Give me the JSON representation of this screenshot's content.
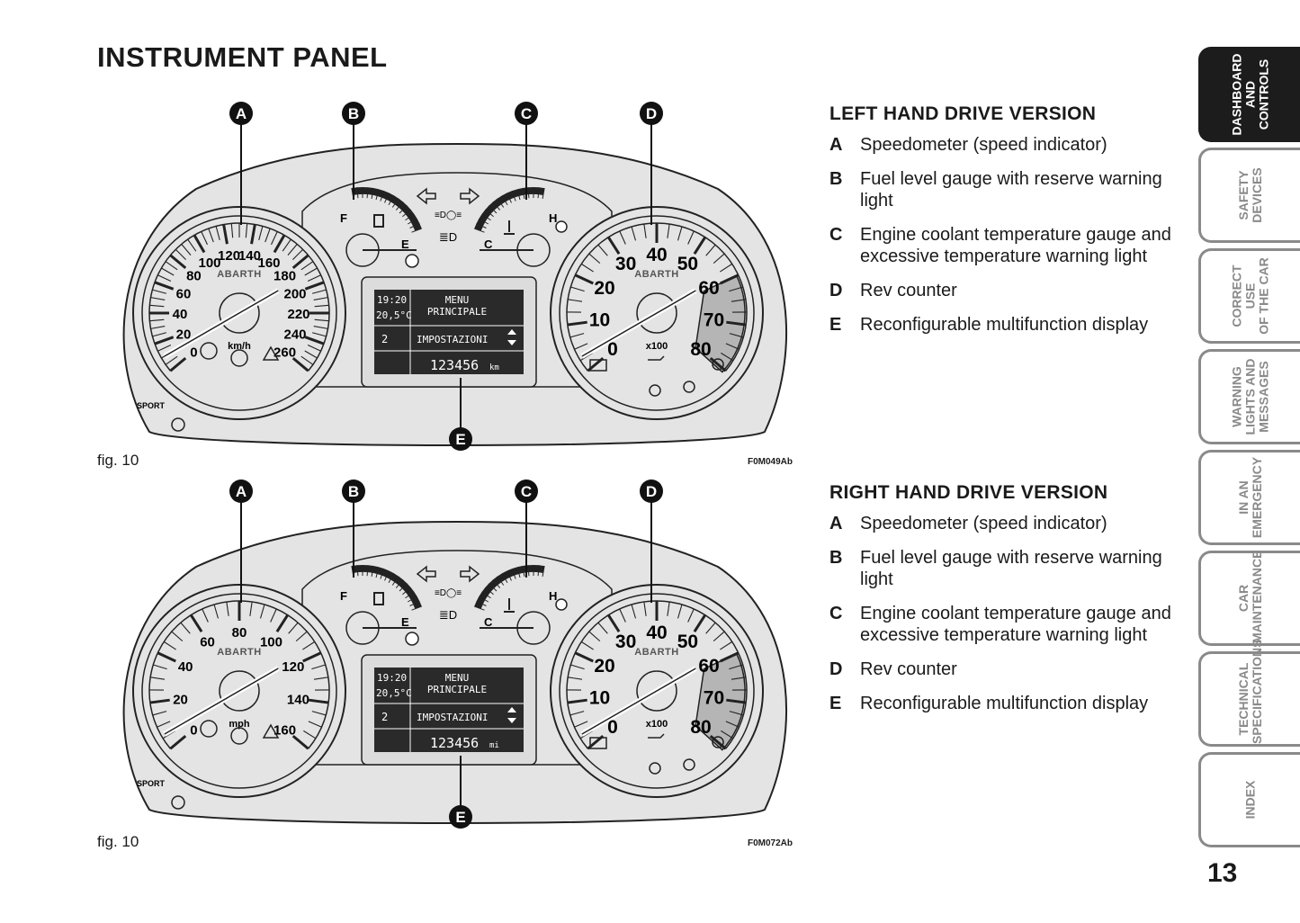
{
  "page_title": "INSTRUMENT PANEL",
  "figures": [
    {
      "caption": "fig. 10",
      "code": "F0M049Ab",
      "callouts": [
        "A",
        "B",
        "C",
        "D",
        "E"
      ],
      "brand": "ABARTH",
      "speed_unit": "km/h",
      "speed_ticks": [
        "0",
        "20",
        "40",
        "60",
        "80",
        "100",
        "120",
        "140",
        "160",
        "180",
        "200",
        "220",
        "240",
        "260"
      ],
      "rev_ticks": [
        "0",
        "10",
        "20",
        "30",
        "40",
        "50",
        "60",
        "70",
        "80"
      ],
      "rev_unit": "x100",
      "fuel_f": "F",
      "fuel_e": "E",
      "temp_c": "C",
      "temp_h": "H",
      "sport": "SPORT",
      "display": {
        "time": "19:20",
        "temp": "20,5°C",
        "gear": "2",
        "menu1": "MENU",
        "menu2": "PRINCIPALE",
        "setting": "IMPOSTAZIONI",
        "odometer": "123456",
        "odo_unit": "km"
      }
    },
    {
      "caption": "fig. 10",
      "code": "F0M072Ab",
      "callouts": [
        "A",
        "B",
        "C",
        "D",
        "E"
      ],
      "brand": "ABARTH",
      "speed_unit": "mph",
      "speed_ticks": [
        "0",
        "20",
        "40",
        "60",
        "80",
        "100",
        "120",
        "140",
        "160"
      ],
      "rev_ticks": [
        "0",
        "10",
        "20",
        "30",
        "40",
        "50",
        "60",
        "70",
        "80"
      ],
      "rev_unit": "x100",
      "fuel_f": "F",
      "fuel_e": "E",
      "temp_c": "C",
      "temp_h": "H",
      "sport": "SPORT",
      "display": {
        "time": "19:20",
        "temp": "20,5°C",
        "gear": "2",
        "menu1": "MENU",
        "menu2": "PRINCIPALE",
        "setting": "IMPOSTAZIONI",
        "odometer": "123456",
        "odo_unit": "mi"
      }
    }
  ],
  "legends": [
    {
      "title": "LEFT HAND DRIVE VERSION",
      "items": [
        {
          "letter": "A",
          "text": "Speedometer (speed indicator)"
        },
        {
          "letter": "B",
          "text": "Fuel level gauge with reserve warning light"
        },
        {
          "letter": "C",
          "text": "Engine coolant temperature gauge and excessive temperature warning light"
        },
        {
          "letter": "D",
          "text": "Rev counter"
        },
        {
          "letter": "E",
          "text": "Reconfigurable multifunction display"
        }
      ]
    },
    {
      "title": "RIGHT HAND DRIVE VERSION",
      "items": [
        {
          "letter": "A",
          "text": "Speedometer (speed indicator)"
        },
        {
          "letter": "B",
          "text": "Fuel level gauge with reserve warning light"
        },
        {
          "letter": "C",
          "text": "Engine coolant temperature gauge and excessive temperature warning light"
        },
        {
          "letter": "D",
          "text": "Rev counter"
        },
        {
          "letter": "E",
          "text": "Reconfigurable multifunction display"
        }
      ]
    }
  ],
  "side_tabs": [
    {
      "label": "DASHBOARD\nAND CONTROLS",
      "active": true
    },
    {
      "label": "SAFETY\nDEVICES",
      "active": false
    },
    {
      "label": "CORRECT USE\nOF THE CAR",
      "active": false
    },
    {
      "label": "WARNING\nLIGHTS AND\nMESSAGES",
      "active": false
    },
    {
      "label": "IN AN\nEMERGENCY",
      "active": false
    },
    {
      "label": "CAR\nMAINTENANCE",
      "active": false
    },
    {
      "label": "TECHNICAL\nSPECIFICATIONS",
      "active": false
    },
    {
      "label": "INDEX",
      "active": false
    }
  ],
  "page_number": "13"
}
